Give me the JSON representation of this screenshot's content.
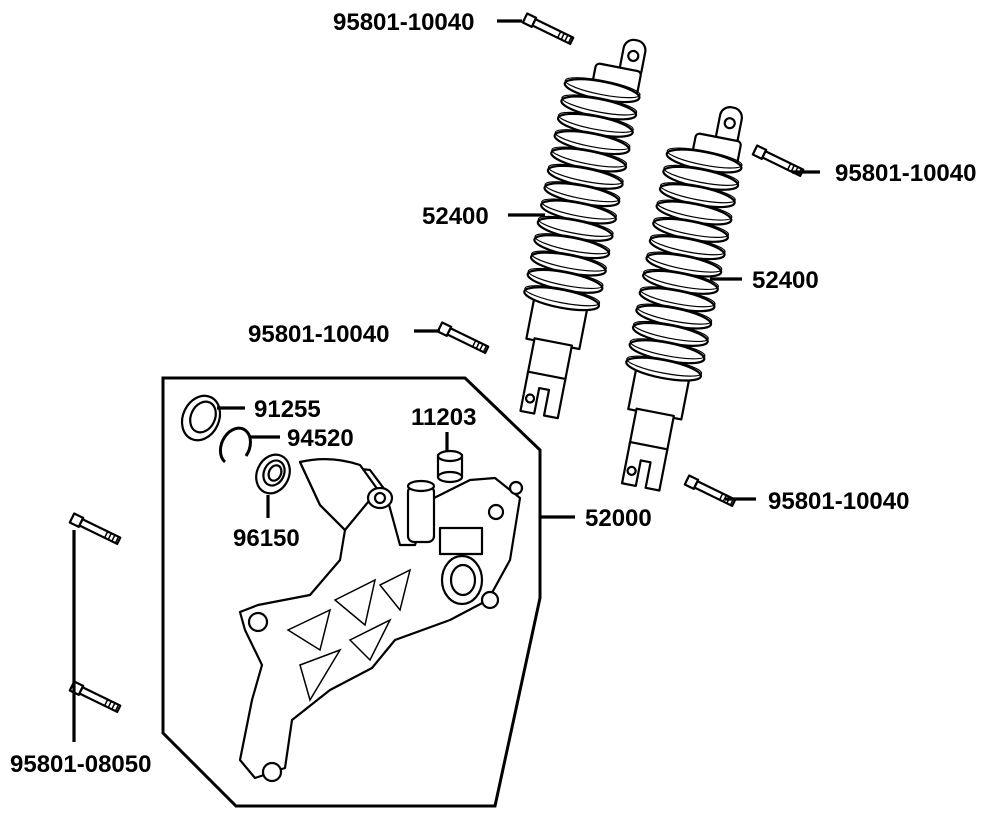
{
  "callouts": {
    "bolt_top_center": "95801-10040",
    "bolt_top_right": "95801-10040",
    "shock_left": "52400",
    "shock_right": "52400",
    "bolt_mid_left": "95801-10040",
    "bolt_mid_right": "95801-10040",
    "seal": "91255",
    "circlip": "94520",
    "collar": "11203",
    "bearing": "96150",
    "bracket_assembly": "52000",
    "bolts_bottom_left": "95801-08050"
  }
}
